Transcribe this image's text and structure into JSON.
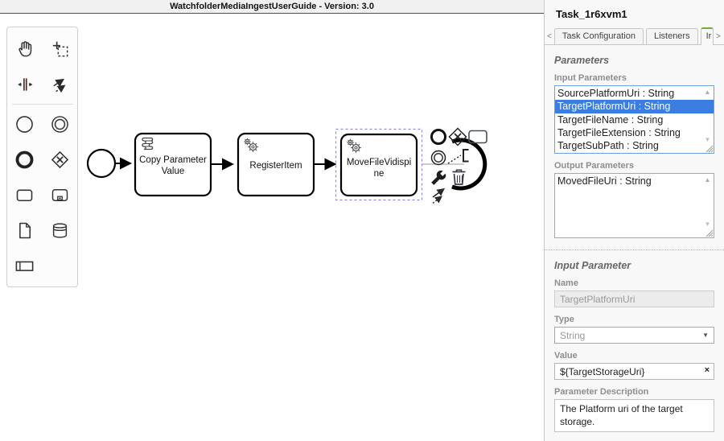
{
  "titlebar": {
    "title": "WatchfolderMediaIngestUserGuide - Version: 3.0"
  },
  "palette": {
    "tools": [
      "hand-tool",
      "lasso-tool",
      "space-tool",
      "global-connect-tool",
      "create-start-event",
      "create-intermediate-event",
      "create-end-event",
      "create-gateway",
      "create-task",
      "create-subprocess",
      "create-data-object",
      "create-data-store",
      "create-participant"
    ]
  },
  "canvas": {
    "start_event": {
      "name": "start-event"
    },
    "tasks": [
      {
        "type": "script-task",
        "label_lines": [
          "Copy Parameter",
          "Value"
        ]
      },
      {
        "type": "service-task",
        "label_lines": [
          "RegisterItem",
          ""
        ]
      },
      {
        "type": "service-task",
        "label_lines": [
          "MoveFileVidispi",
          "ne"
        ],
        "selected": true
      }
    ],
    "context_pad": [
      "append-end-event",
      "append-gateway",
      "append-task",
      "append-intermediate-event",
      "append-text-annotation",
      "change-type-wrench",
      "delete-trash",
      "connect-tool"
    ]
  },
  "panel": {
    "title": "Task_1r6xvm1",
    "icons": {
      "scroll_left": "<",
      "scroll_right": ">",
      "scroll_up": "▲",
      "scroll_down": "▼",
      "dropdown_caret": "▼",
      "clear": "×"
    },
    "tabs": [
      {
        "label": "Task Configuration",
        "active": false
      },
      {
        "label": "Listeners",
        "active": false
      },
      {
        "label": "Ir",
        "active": true
      }
    ],
    "parameters": {
      "heading": "Parameters",
      "input_label": "Input Parameters",
      "input_items": [
        "SourcePlatformUri : String",
        "TargetPlatformUri : String",
        "TargetFileName : String",
        "TargetFileExtension : String",
        "TargetSubPath : String"
      ],
      "input_selected_index": 1,
      "output_label": "Output Parameters",
      "output_items": [
        "MovedFileUri : String"
      ]
    },
    "input_parameter": {
      "heading": "Input Parameter",
      "name_label": "Name",
      "name_value": "TargetPlatformUri",
      "type_label": "Type",
      "type_value": "String",
      "value_label": "Value",
      "value_value": "${TargetStorageUri}",
      "description_label": "Parameter Description",
      "description_value": "The Platform uri of the target storage."
    }
  },
  "colors": {
    "selection_blue": "#3b7de0",
    "tab_active_green": "#67b42f"
  }
}
